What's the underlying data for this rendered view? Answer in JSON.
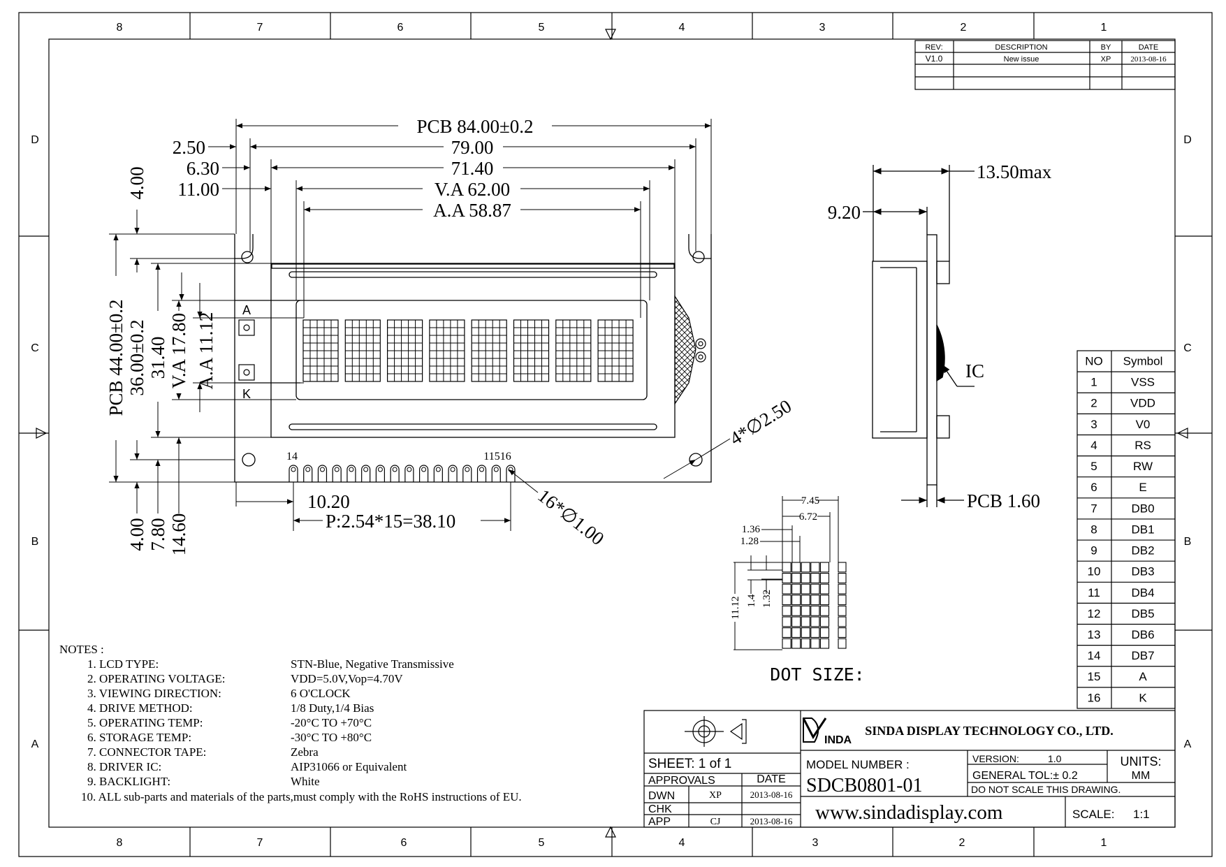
{
  "frame": {
    "columns_top": [
      "8",
      "7",
      "6",
      "5",
      "4",
      "3",
      "2",
      "1"
    ],
    "columns_bottom": [
      "8",
      "7",
      "6",
      "5",
      "4",
      "3",
      "2",
      "1"
    ],
    "rows_left": [
      "D",
      "C",
      "B",
      "A"
    ],
    "rows_right": [
      "D",
      "C",
      "B",
      "A"
    ]
  },
  "revision_table": {
    "headers": [
      "REV:",
      "DESCRIPTION",
      "BY",
      "DATE"
    ],
    "rows": [
      [
        "V1.0",
        "New issue",
        "XP",
        "2013-08-16"
      ]
    ]
  },
  "front_view": {
    "dims_top": [
      {
        "label": "2.50",
        "value": "79.00"
      },
      {
        "label": "6.30",
        "value": "71.40"
      },
      {
        "label": "11.00",
        "value": "V.A 62.00"
      }
    ],
    "pcb_width": "PCB 84.00±0.2",
    "active_area": "A.A 58.87",
    "dims_left": [
      "PCB 44.00±0.2",
      "36.00±0.2",
      "31.40",
      "V.A 17.80",
      "A.A 11.12"
    ],
    "dim_top_vertical": "4.00",
    "dims_bottom_vertical": [
      "4.00",
      "7.80",
      "14.60"
    ],
    "anode_label": "A",
    "cathode_label": "K",
    "pin_label_left": "14",
    "pin_label_right": "11516",
    "pin_offset": "10.20",
    "pitch": "P:2.54*15=38.10",
    "pin_holes": "16*∅1.00",
    "mount_holes": "4*∅2.50",
    "char_cells": 8
  },
  "side_view": {
    "max_thickness": "13.50max",
    "offset": "9.20",
    "ic_label": "IC",
    "pcb_thickness": "PCB 1.60"
  },
  "dot_size": {
    "title": "DOT SIZE:",
    "char_width": "7.45",
    "dots_width": "6.72",
    "dot_w_pitch": "1.36",
    "dot_w": "1.28",
    "char_height": "11.12",
    "dot_h_pitch": "1.4",
    "dot_h": "1.32"
  },
  "pin_table": {
    "headers": [
      "NO",
      "Symbol"
    ],
    "rows": [
      [
        "1",
        "VSS"
      ],
      [
        "2",
        "VDD"
      ],
      [
        "3",
        "V0"
      ],
      [
        "4",
        "RS"
      ],
      [
        "5",
        "RW"
      ],
      [
        "6",
        "E"
      ],
      [
        "7",
        "DB0"
      ],
      [
        "8",
        "DB1"
      ],
      [
        "9",
        "DB2"
      ],
      [
        "10",
        "DB3"
      ],
      [
        "11",
        "DB4"
      ],
      [
        "12",
        "DB5"
      ],
      [
        "13",
        "DB6"
      ],
      [
        "14",
        "DB7"
      ],
      [
        "15",
        "A"
      ],
      [
        "16",
        "K"
      ]
    ]
  },
  "notes": {
    "title": "NOTES :",
    "items": [
      {
        "label": "1. LCD TYPE:",
        "value": "STN-Blue, Negative Transmissive"
      },
      {
        "label": "2. OPERATING VOLTAGE:",
        "value": "VDD=5.0V,Vop=4.70V"
      },
      {
        "label": "3. VIEWING DIRECTION:",
        "value": "6 O'CLOCK"
      },
      {
        "label": "4. DRIVE METHOD:",
        "value": "1/8 Duty,1/4 Bias"
      },
      {
        "label": "5. OPERATING TEMP:",
        "value": "-20°C TO +70°C"
      },
      {
        "label": "6. STORAGE TEMP:",
        "value": "-30°C TO +80°C"
      },
      {
        "label": "7. CONNECTOR TAPE:",
        "value": "Zebra"
      },
      {
        "label": "8. DRIVER IC:",
        "value": "AIP31066 or Equivalent"
      },
      {
        "label": "9. BACKLIGHT:",
        "value": "White"
      }
    ],
    "item_10": "10. ALL sub-parts and materials of the parts,must comply with the RoHS instructions of EU."
  },
  "title_block": {
    "logo_text": "INDA",
    "company": "SINDA DISPLAY TECHNOLOGY CO., LTD.",
    "sheet": "SHEET:  1  of  1",
    "approvals": "APPROVALS",
    "date_header": "DATE",
    "approval_rows": [
      {
        "role": "DWN",
        "name": "XP",
        "date": "2013-08-16"
      },
      {
        "role": "CHK",
        "name": "",
        "date": ""
      },
      {
        "role": "APP",
        "name": "CJ",
        "date": "2013-08-16"
      }
    ],
    "model_label": "MODEL  NUMBER :",
    "model_number": "SDCB0801-01",
    "version_label": "VERSION:",
    "version_value": "1.0",
    "units_label": "UNITS:",
    "units_value": "MM",
    "tolerance": "GENERAL  TOL:±  0.2",
    "no_scale": "DO  NOT  SCALE  THIS  DRAWING.",
    "website": "www.sindadisplay.com",
    "scale_label": "SCALE:",
    "scale_value": "1:1"
  }
}
